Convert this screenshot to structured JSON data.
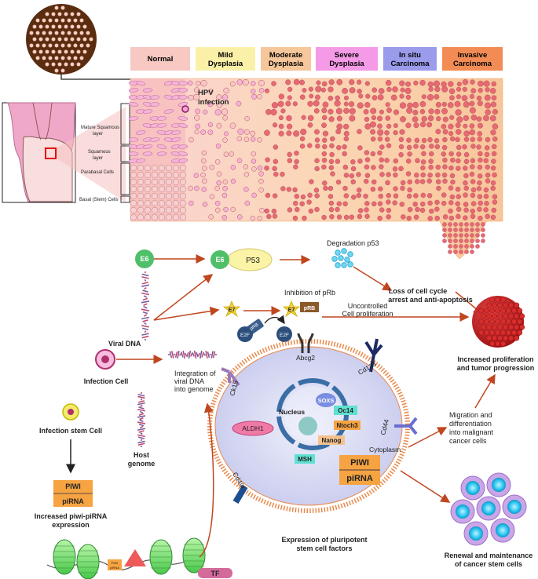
{
  "colors": {
    "arrow": "#c0461f",
    "normal": "#f7c9c2",
    "mild": "#fbf0a8",
    "moderate": "#f6c79a",
    "severe": "#f59ae6",
    "insitu": "#9b9bec",
    "invasive": "#f28c54",
    "nucleus_membrane": "#3a6ea5",
    "cell_fill": "#d8d9f5",
    "piwi_box": "#f6a341"
  },
  "stages": [
    {
      "line1": "Normal",
      "line2": ""
    },
    {
      "line1": "Mild",
      "line2": "Dysplasia"
    },
    {
      "line1": "Moderate",
      "line2": "Dysplasia"
    },
    {
      "line1": "Severe",
      "line2": "Dysplasia"
    },
    {
      "line1": "In situ",
      "line2": "Carcinoma"
    },
    {
      "line1": "Invasive",
      "line2": "Carcinoma"
    }
  ],
  "hpv": {
    "line1": "HPV",
    "line2": "infection"
  },
  "layers": {
    "mature_1": "Mature Squamous",
    "mature_2": "layer",
    "squamous_1": "Squamous",
    "squamous_2": "layer",
    "parabasal": "Parabasal Cells",
    "basal": "Basal (Stem) Cells"
  },
  "pathway": {
    "e6": "E6",
    "p53": "P53",
    "degradation": "Degradation p53",
    "loss_1": "Loss of cell cycle",
    "loss_2": "arrest and anti-apoptosis",
    "e7": "E7",
    "inhibition": "Inhibition of pRb",
    "prb": "pRB",
    "e2f": "E2F",
    "uncontrolled_1": "Uncontrolled",
    "uncontrolled_2": "Cell proliferation",
    "viral_dna": "Viral DNA",
    "infection_cell": "Infection Cell",
    "integration_1": "Integration of",
    "integration_2": "viral DNA",
    "integration_3": "into genome",
    "host_1": "Host",
    "host_2": "genome",
    "infection_stem": "Infection stem Cell",
    "increased_1": "Increased piwi-piRNA",
    "increased_2": "expression",
    "prolif_1": "Increased proliferation",
    "prolif_2": "and tumor progression",
    "migration_1": "Migration and",
    "migration_2": "differentiation",
    "migration_3": "into malignant",
    "migration_4": "cancer cells",
    "renewal_1": "Renewal and maintenance",
    "renewal_2": "of cancer stem cells",
    "expression_1": "Expression of pluripotent",
    "expression_2": "stem cell factors",
    "tf": "TF"
  },
  "cell": {
    "abcg2": "Abcg2",
    "cd133": "Cd133",
    "ck15": "Ck15",
    "cd44": "Cd44",
    "cd49f": "Cd49f",
    "aldh1": "ALDH1",
    "nucleus": "Nucleus",
    "soxs": "SOXS",
    "oc14": "Oc14",
    "ntoch3": "Ntoch3",
    "nanog": "Nanog",
    "msh": "MSH",
    "cytoplasm": "Cytoplasm",
    "piwi": "PIWI",
    "pirna": "piRNA"
  },
  "mini_box": {
    "piwi": "PIWI",
    "pirna": "piRNA"
  },
  "nucleosome_labels": {
    "piwi": "PIWI",
    "pirna": "piRNA"
  }
}
